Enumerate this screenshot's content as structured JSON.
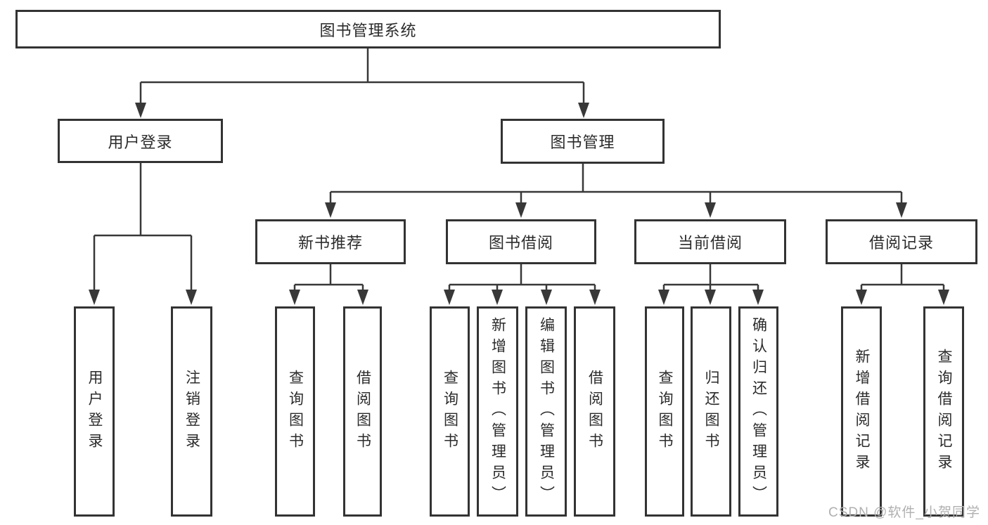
{
  "tree": {
    "label": "图书管理系统",
    "children": [
      {
        "label": "用户登录",
        "children": [
          {
            "label": "用户登录"
          },
          {
            "label": "注销登录"
          }
        ]
      },
      {
        "label": "图书管理",
        "children": [
          {
            "label": "新书推荐",
            "children": [
              {
                "label": "查询图书"
              },
              {
                "label": "借阅图书"
              }
            ]
          },
          {
            "label": "图书借阅",
            "children": [
              {
                "label": "查询图书"
              },
              {
                "label": "新增图书（管理员）"
              },
              {
                "label": "编辑图书（管理员）"
              },
              {
                "label": "借阅图书"
              }
            ]
          },
          {
            "label": "当前借阅",
            "children": [
              {
                "label": "查询图书"
              },
              {
                "label": "归还图书"
              },
              {
                "label": "确认归还（管理员）"
              }
            ]
          },
          {
            "label": "借阅记录",
            "children": [
              {
                "label": "新增借阅记录"
              },
              {
                "label": "查询借阅记录"
              }
            ]
          }
        ]
      }
    ]
  },
  "watermark": {
    "text": "CSDN @软件_小贺同学"
  },
  "colors": {
    "line": "#383838",
    "text": "#2b2b2b",
    "watermark": "#b0b0b0"
  }
}
